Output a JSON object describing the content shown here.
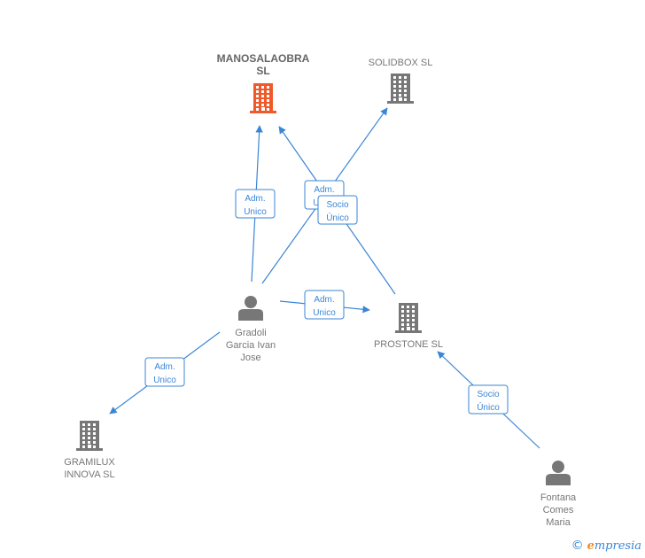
{
  "colors": {
    "edge": "#3a86d6",
    "company": "#777777",
    "company_highlight": "#f05a2a",
    "person": "#777777"
  },
  "nodes": [
    {
      "id": "manosalaobra",
      "type": "company",
      "highlight": true,
      "icon": "building-icon",
      "lines": [
        "MANOSALAOBRA",
        "SL"
      ]
    },
    {
      "id": "solidbox",
      "type": "company",
      "highlight": false,
      "icon": "building-icon",
      "lines": [
        "SOLIDBOX  SL"
      ]
    },
    {
      "id": "prostone",
      "type": "company",
      "highlight": false,
      "icon": "building-icon",
      "lines": [
        "PROSTONE  SL"
      ]
    },
    {
      "id": "gramilux",
      "type": "company",
      "highlight": false,
      "icon": "building-icon",
      "lines": [
        "GRAMILUX",
        "INNOVA SL"
      ]
    },
    {
      "id": "gradoli",
      "type": "person",
      "highlight": false,
      "icon": "person-icon",
      "lines": [
        "Gradoli",
        "Garcia Ivan",
        "Jose"
      ]
    },
    {
      "id": "fontana",
      "type": "person",
      "highlight": false,
      "icon": "person-icon",
      "lines": [
        "Fontana",
        "Comes",
        "Maria"
      ]
    }
  ],
  "edges": [
    {
      "from": "gradoli",
      "to": "manosalaobra",
      "lines": [
        "Adm.",
        "Unico"
      ]
    },
    {
      "from": "gradoli",
      "to": "solidbox",
      "lines": [
        "Adm.",
        "Unico"
      ]
    },
    {
      "from": "prostone",
      "to": "manosalaobra",
      "lines": [
        "Socio",
        "Único"
      ]
    },
    {
      "from": "gradoli",
      "to": "prostone",
      "lines": [
        "Adm.",
        "Unico"
      ]
    },
    {
      "from": "gradoli",
      "to": "gramilux",
      "lines": [
        "Adm.",
        "Unico"
      ]
    },
    {
      "from": "fontana",
      "to": "prostone",
      "lines": [
        "Socio",
        "Único"
      ]
    }
  ],
  "footer": {
    "copyright": "©",
    "brand_initial": "e",
    "brand_rest": "mpresia"
  }
}
